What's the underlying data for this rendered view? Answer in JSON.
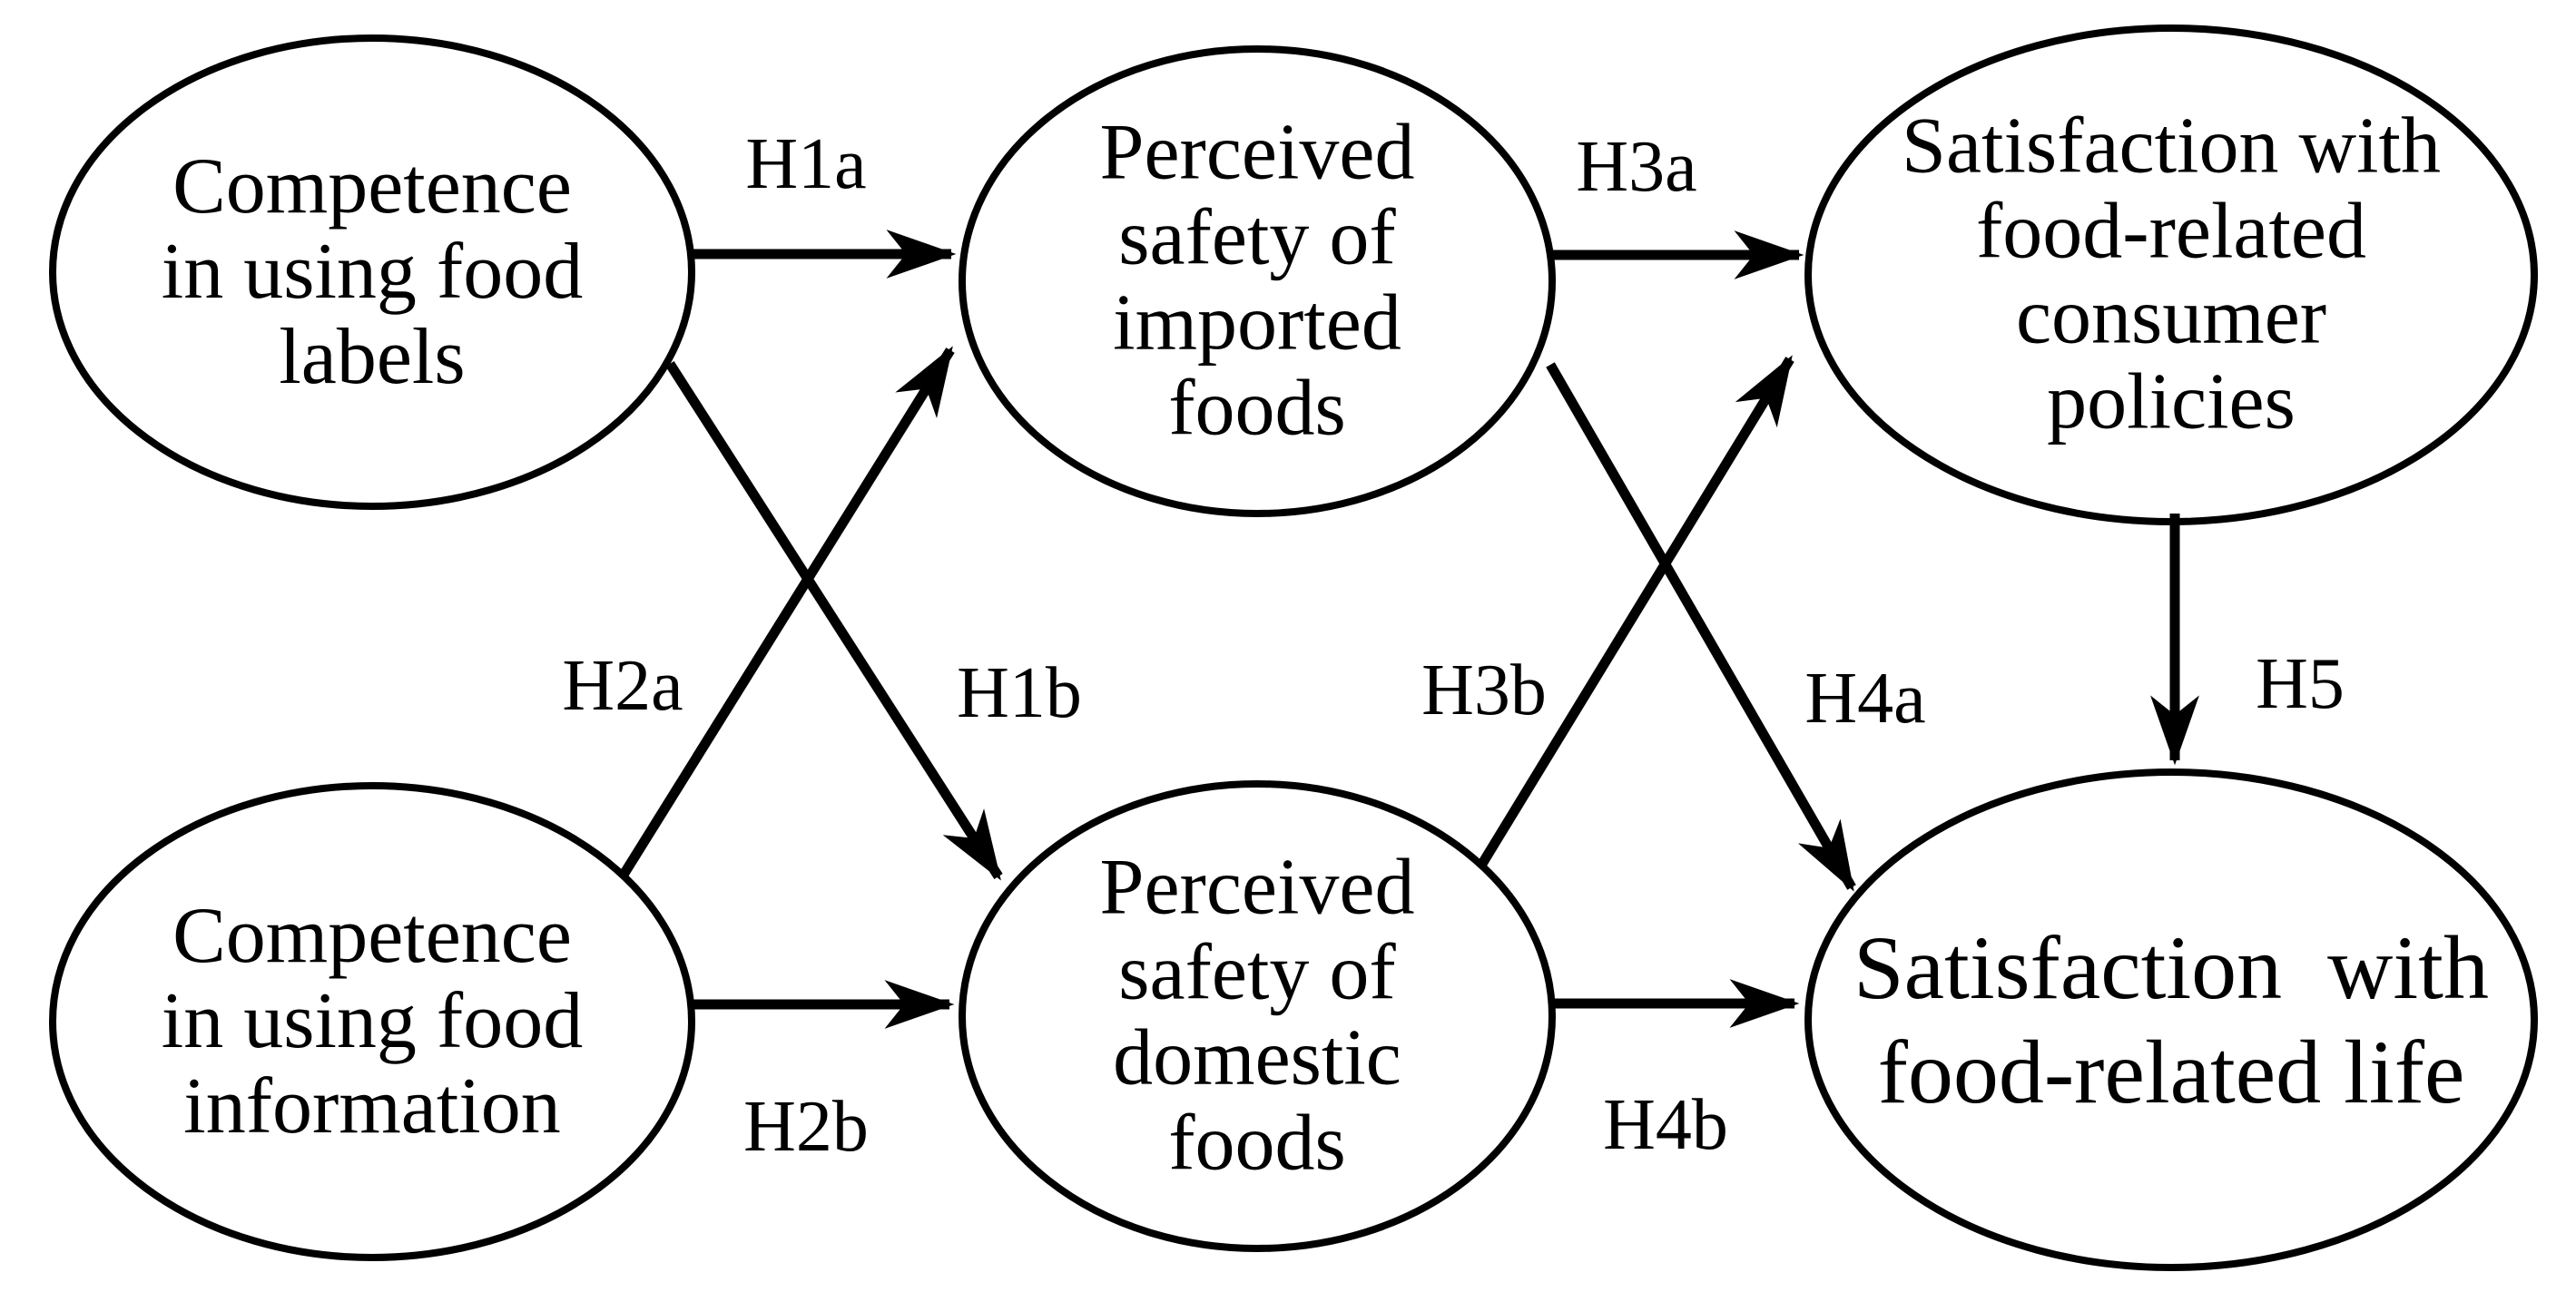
{
  "canvas": {
    "background": "#ffffff",
    "line_color": "#000000"
  },
  "nodes": {
    "competence_food_labels": {
      "label": "Competence\nin using food\nlabels"
    },
    "perceived_safety_imported": {
      "label": "Perceived\nsafety of\nimported\nfoods"
    },
    "satisfaction_consumer_policies": {
      "label": "Satisfaction with\nfood-related\nconsumer\npolicies"
    },
    "competence_food_information": {
      "label": "Competence\nin using food\ninformation"
    },
    "perceived_safety_domestic": {
      "label": "Perceived\nsafety of\ndomestic\nfoods"
    },
    "satisfaction_food_related_life": {
      "label": "Satisfaction  with\nfood-related life"
    }
  },
  "hypotheses": {
    "h1a": {
      "label": "H1a",
      "from": "Competence in using food labels",
      "to": "Perceived safety of imported foods"
    },
    "h1b": {
      "label": "H1b",
      "from": "Competence in using food labels",
      "to": "Perceived safety of domestic foods"
    },
    "h2a": {
      "label": "H2a",
      "from": "Competence in using food information",
      "to": "Perceived safety of imported foods"
    },
    "h2b": {
      "label": "H2b",
      "from": "Competence in using food information",
      "to": "Perceived safety of domestic foods"
    },
    "h3a": {
      "label": "H3a",
      "from": "Perceived safety of imported foods",
      "to": "Satisfaction with food-related consumer policies"
    },
    "h3b": {
      "label": "H3b",
      "from": "Perceived safety of imported foods",
      "to": "Satisfaction with food-related life"
    },
    "h4a": {
      "label": "H4a",
      "from": "Perceived safety of domestic foods",
      "to": "Satisfaction with food-related consumer policies"
    },
    "h4b": {
      "label": "H4b",
      "from": "Perceived safety of domestic foods",
      "to": "Satisfaction with food-related life"
    },
    "h5": {
      "label": "H5",
      "from": "Satisfaction with food-related consumer policies",
      "to": "Satisfaction with food-related life"
    }
  }
}
